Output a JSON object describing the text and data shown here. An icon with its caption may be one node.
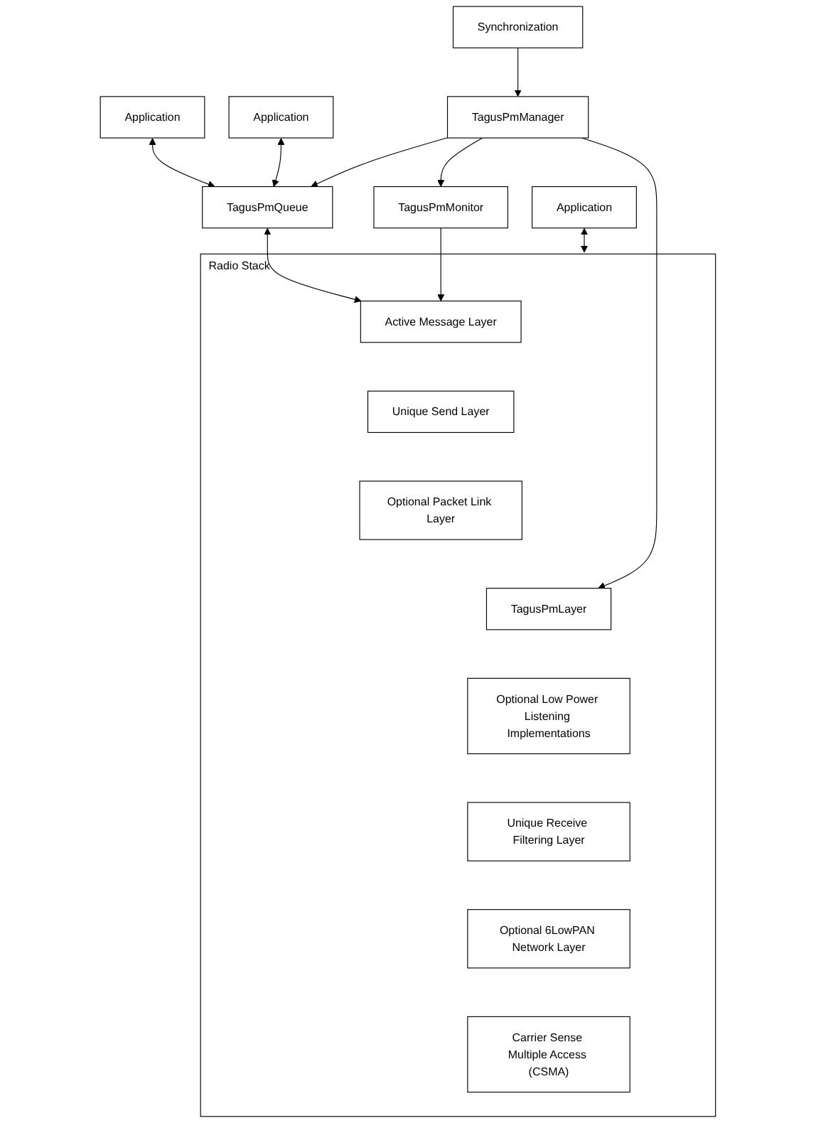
{
  "diagram": {
    "nodes": [
      {
        "text": [
          "Application"
        ]
      },
      {
        "text": [
          "Application"
        ]
      },
      {
        "text": [
          "Application"
        ]
      },
      {
        "text": [
          "TagusPmQueue"
        ]
      },
      {
        "text": [
          "Radio Stack"
        ]
      },
      {
        "text": [
          "Active Message Layer"
        ],
        "in": 4
      },
      {
        "text": [
          "Unique Send Layer"
        ],
        "in": 4
      },
      {
        "text": [
          "Optional Packet Link Layer"
        ],
        "in": 4
      },
      {
        "text": [
          "TagusPmLayer"
        ],
        "in": 4
      },
      {
        "text": [
          "Optional Low Power Listening Implementations"
        ],
        "in": 4
      },
      {
        "text": [
          "Unique Receive Filtering Layer"
        ],
        "in": 4
      },
      {
        "text": [
          "Optional 6LowPAN Network Layer"
        ],
        "in": 4
      },
      {
        "text": [
          "Carrier Sense Multiple Access (CSMA)"
        ],
        "in": 4
      },
      {
        "text": [
          "TagusPmManager"
        ]
      },
      {
        "text": [
          "TagusPmMonitor"
        ]
      },
      {
        "text": [
          "Synchronization"
        ]
      }
    ],
    "edges": [
      {
        "from": 0,
        "to": 4,
        "arrow": "both"
      },
      {
        "from": 1,
        "to": 3,
        "arrow": "both"
      },
      {
        "from": 2,
        "to": 3,
        "arrow": "both"
      },
      {
        "from": 3,
        "to": 5,
        "arrow": "both"
      },
      {
        "from": 13,
        "to": 3,
        "arrow": "to"
      },
      {
        "from": 14,
        "to": 5,
        "arrow": "to"
      },
      {
        "from": 13,
        "to": 8,
        "arrow": "to"
      },
      {
        "from": 13,
        "to": 14,
        "arrow": "to"
      },
      {
        "from": 15,
        "to": 13,
        "arrow": "to"
      }
    ]
  }
}
